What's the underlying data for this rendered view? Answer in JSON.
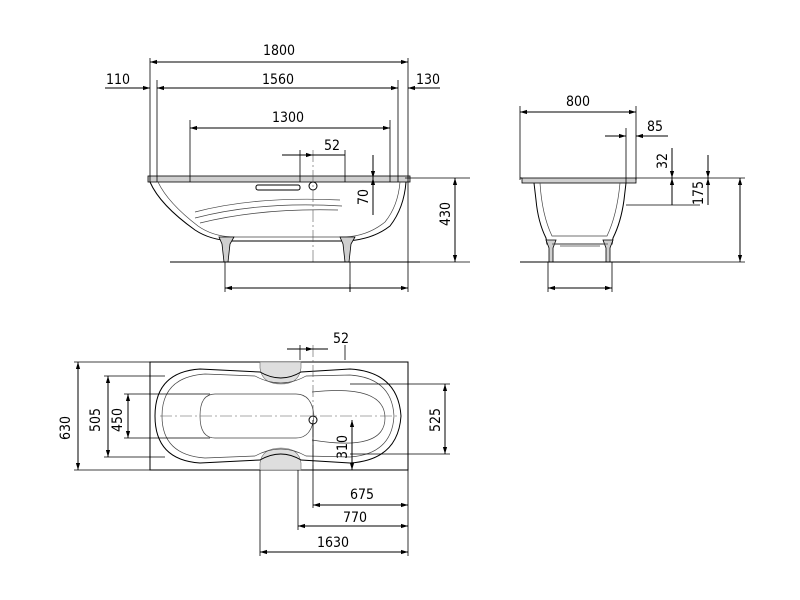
{
  "side_view": {
    "dims": {
      "total_length": "1800",
      "rim_left": "110",
      "inner_length": "1560",
      "rim_right": "130",
      "foot_span": "1300",
      "drain_offset": "52",
      "overflow_height": "70",
      "height": "430"
    }
  },
  "end_view": {
    "dims": {
      "width": "800",
      "rim": "85",
      "rim_height": "32",
      "height": "175"
    }
  },
  "plan_view": {
    "dims": {
      "drain_offset": "52",
      "total_width": "630",
      "inner_width": "505",
      "bottom_width": "450",
      "drain_from_side": "310",
      "right_width": "525",
      "drain_to_end": "675",
      "handle_to_end": "770",
      "overall_inner": "1630"
    }
  },
  "colors": {
    "line": "#000000",
    "fill": "#cfcfcf",
    "background": "#ffffff"
  }
}
